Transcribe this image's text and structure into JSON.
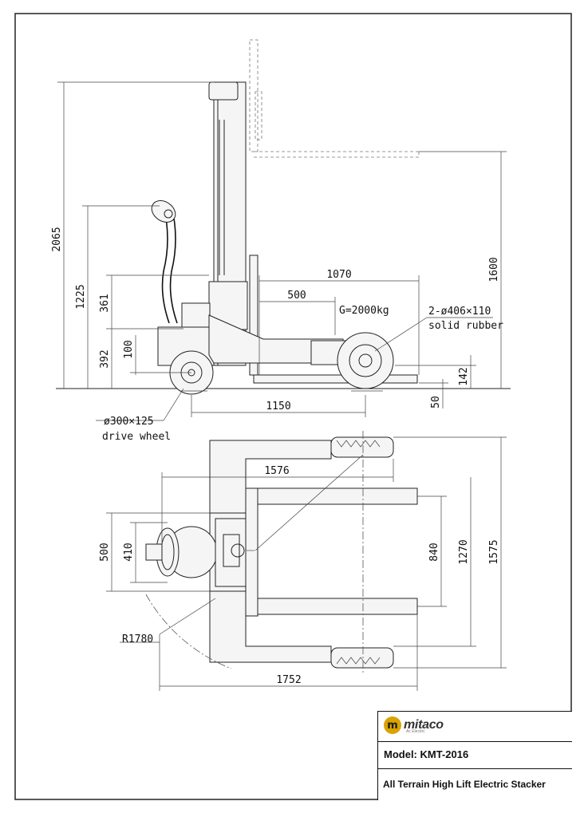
{
  "dimensions": {
    "overall_height": "2065",
    "fork_lift_height": "1600",
    "tiller_height": "1225",
    "d361": "361",
    "d392": "392",
    "d100": "100",
    "fork_length": "1070",
    "load_center": "500",
    "d142": "142",
    "d50": "50",
    "wheelbase": "1150",
    "top_length": "1576",
    "width_500": "500",
    "width_410": "410",
    "inner_width": "840",
    "outer_leg_width": "1270",
    "overall_width": "1575",
    "turning_radius": "R1780",
    "overall_length": "1752"
  },
  "labels": {
    "load_capacity": "G=2000kg",
    "front_wheel_spec": "2-ø406×110",
    "front_wheel_type": "solid rubber",
    "drive_wheel_spec": "ø300×125",
    "drive_wheel_type": "drive wheel"
  },
  "title_block": {
    "brand": "mitaco",
    "brand_sub": "Ac Electric",
    "model": "Model: KMT-2016",
    "description": "All Terrain High Lift Electric Stacker"
  },
  "colors": {
    "brand_gold": "#d9a400",
    "line": "#222222"
  }
}
